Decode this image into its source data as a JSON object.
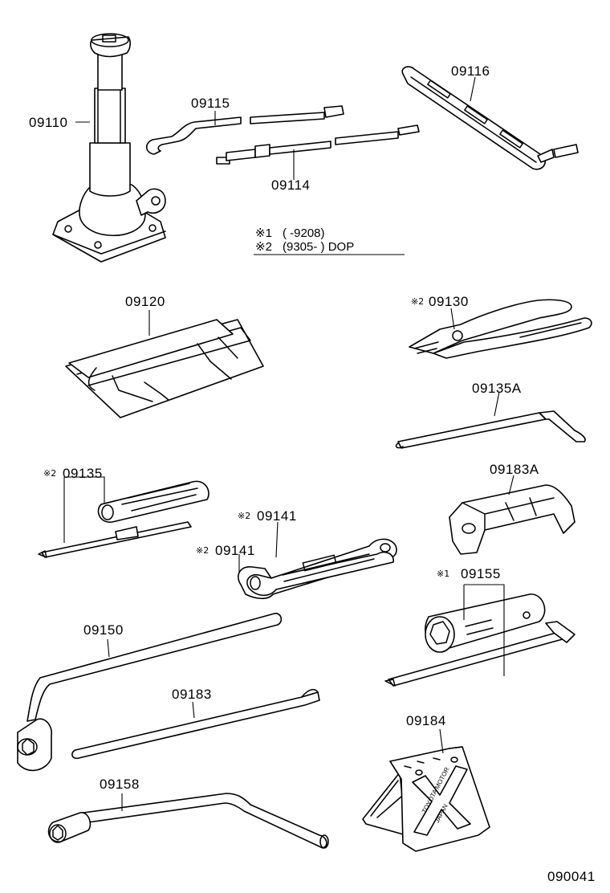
{
  "labels": {
    "jack": "09110",
    "hook_bar": "09115",
    "handle_set": "09114",
    "handle_frame": "09116",
    "tool_bag": "09120",
    "pliers": "09130",
    "bar_a": "09135A",
    "screwdriver": "09135",
    "bracket_a": "09183A",
    "wrench_a": "09141",
    "wrench_b": "09141",
    "socket_wrench": "09155",
    "lug_wrench": "09150",
    "pry_bar": "09183",
    "wheel_chock": "09184",
    "box_wrench": "09158",
    "figure_id": "090041"
  },
  "marks": {
    "pliers": "※2",
    "screwdriver": "※2",
    "wrench_a": "※2",
    "wrench_b": "※2",
    "socket_wrench": "※1"
  },
  "legend": {
    "line1_mark": "※1",
    "line1_text": "(      -9208)",
    "line2_mark": "※2",
    "line2_text": "(9305-        ) DOP"
  },
  "chock_stamp": {
    "line1": "TOYOTA MOTOR",
    "line2": "JAPAN"
  }
}
